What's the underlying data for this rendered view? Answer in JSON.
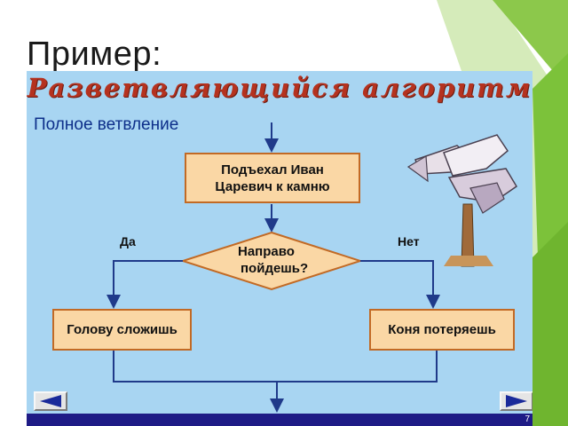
{
  "page": {
    "title": "Пример:"
  },
  "slide": {
    "heading": "Разветвляющийся алгоритм",
    "subheading": "Полное ветвление",
    "page_number": "7"
  },
  "flowchart": {
    "start_box": {
      "line1": "Подъехал Иван",
      "line2": "Царевич к камню"
    },
    "condition": {
      "line1": "Направо",
      "line2": "пойдешь?"
    },
    "yes_label": "Да",
    "no_label": "Нет",
    "yes_box": "Голову сложишь",
    "no_box": "Коня потеряешь"
  },
  "colors": {
    "slide_background": "#a8d5f2",
    "box_fill": "#fad7a5",
    "box_border": "#c26a25",
    "heading": "#b5321f",
    "subheading": "#0d2f8a",
    "bottom_bar": "#1e1b86",
    "nav_arrow": "#1a2a9a",
    "green_accent": "#7cc23a"
  },
  "icons": {
    "nav_prev": "left-arrow-icon",
    "nav_next": "right-arrow-icon",
    "clipart": "signpost-arrows-icon"
  }
}
